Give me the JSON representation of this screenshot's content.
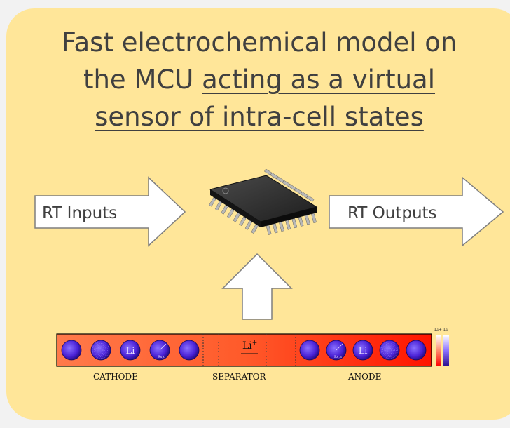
{
  "title": {
    "line1": "Fast electrochemical model on",
    "line2_plain": "the MCU ",
    "line2_underlined": "acting as a virtual",
    "line3_underlined": "sensor of intra-cell states"
  },
  "arrows": {
    "inputs_label": "RT Inputs",
    "outputs_label": "RT Outputs"
  },
  "cell": {
    "cathode_label": "CATHODE",
    "separator_label": "SEPARATOR",
    "anode_label": "ANODE",
    "separator_ion": "Li",
    "separator_ion_charge": "+",
    "particle_li_label": "Li",
    "particle_radius_label": "R",
    "particle_radius_sub": "s,c",
    "anode_radius_sub": "s,a",
    "colorbar_left_label": "Li+",
    "colorbar_right_label": "Li"
  },
  "colors": {
    "panel": "#ffe699",
    "text": "#404040",
    "electrolyte_low": "#ff6a3d",
    "electrolyte_high": "#ff1a00",
    "particle": "#5a2fe0"
  }
}
